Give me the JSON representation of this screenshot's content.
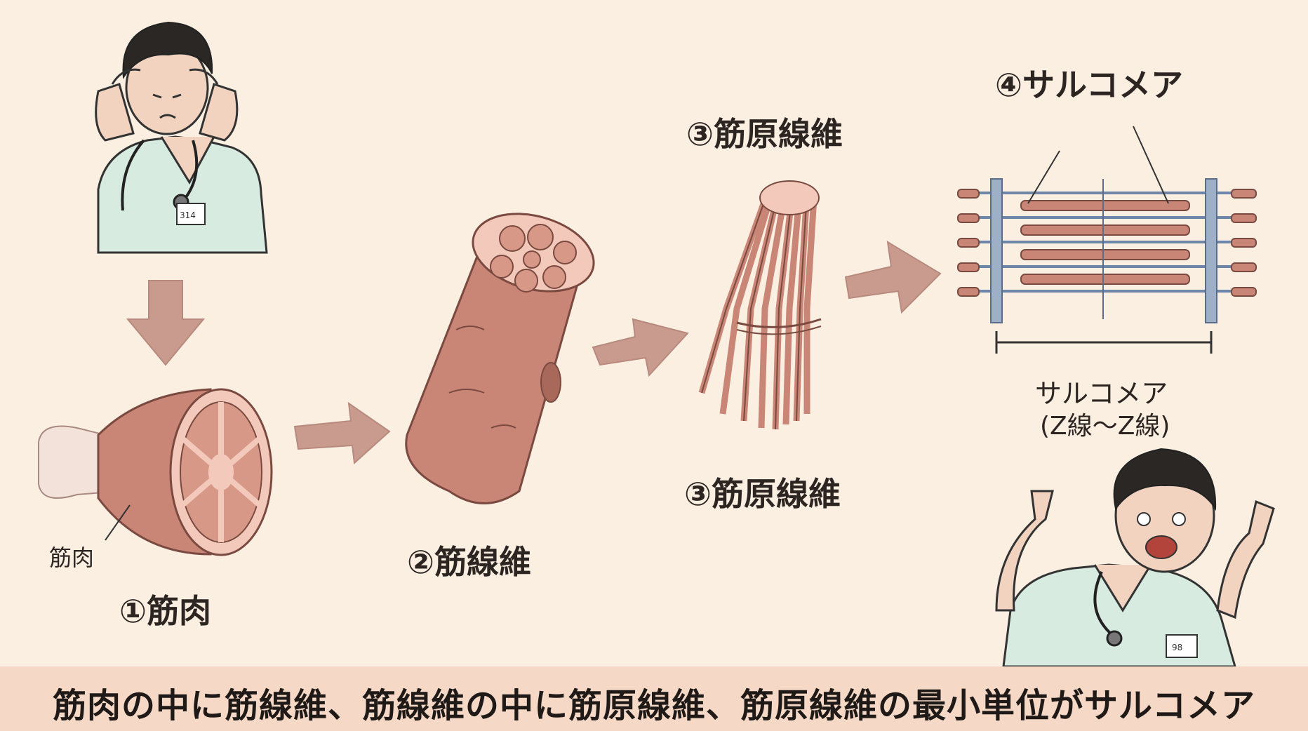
{
  "labels": {
    "muscle_small": "筋肉",
    "step1": "①筋肉",
    "step2": "②筋線維",
    "step3_top": "③筋原線維",
    "step3_bottom": "③筋原線維",
    "step4": "④サルコメア",
    "sarcomere_name": "サルコメア",
    "sarcomere_range": "(Z線〜Z線)"
  },
  "badges": {
    "top_nurse": "314",
    "bottom_nurse": "98"
  },
  "caption": "筋肉の中に筋線維、筋線維の中に筋原線維、筋原線維の最小単位がサルコメア",
  "colors": {
    "background": "#fbefe2",
    "caption_bar": "#f5d8c5",
    "muscle": "#c98575",
    "arrow": "#c99a8e",
    "label_highlight": "#f0cbbd"
  }
}
